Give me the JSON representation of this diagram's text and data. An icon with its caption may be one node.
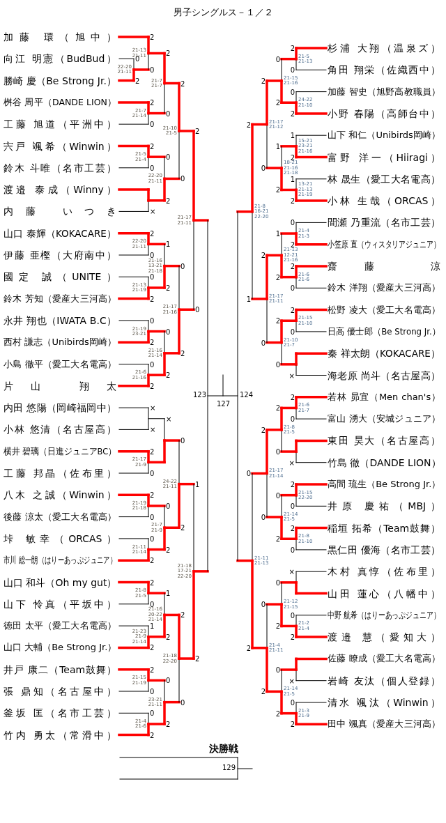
{
  "diagram": {
    "labels": [
      "男子シングルス－１／２",
      "加藤 環（旭中）",
      "向江 明憲（BudBud）",
      "勝崎 慶（Be Strong Jr.）",
      "桝谷 周平（DANDE LION）",
      "工藤 旭道（平洲中）",
      "宍戸 颯希（Winwin）",
      "鈴木 斗唯（名市工芸）",
      "渡邉 泰成（Winny）",
      "内藤 いつき",
      "山口 泰輝（KOKACARE）",
      "伊藤 亜樫（大府南中）",
      "國定 誠（UNITE）",
      "鈴木 芳知（愛産大三河高）",
      "永井 翔也（IWATA B.C）",
      "西村 謙志（Unibirds岡崎）",
      "小島 徹平（愛工大名電高）",
      "片山 翔太",
      "内田 悠陽（岡崎福岡中）",
      "小林 悠清（名古屋高）",
      "横井 碧璃（日進ジュニアBC）",
      "工藤 邦晶（佐布里）",
      "八木 之誠（Winwin）",
      "後藤 涼太（愛工大名電高）",
      "垰 敏幸（ORCAS）",
      "市川 総一朗（はりーあっぷジュニア）",
      "山口 和斗（Oh my gut）",
      "山下 怜真（平坂中）",
      "徳田 太平（愛工大名電高）",
      "山口 大輔（Be Strong Jr.）",
      "井戸 康二（Team鼓舞）",
      "張 鼎知（名古屋中）",
      "釜坂 匡（名市工芸）",
      "竹内 勇太（常滑中）",
      "0",
      "22-20 21-11",
      "2",
      "2",
      "21-13 21-11",
      "0",
      "2",
      "21-7 21-14",
      "0",
      "2",
      "21-5 21-4",
      "0",
      "×",
      "2",
      "22-20 21-11",
      "0",
      "0",
      "21-13 21-19",
      "2",
      "0",
      "21-19 23-21",
      "2",
      "0",
      "21-6 21-16",
      "2",
      "×",
      "×",
      "2",
      "21-17 21-9",
      "0",
      "2",
      "21-19 21-18",
      "0",
      "0",
      "21-11 21-14",
      "2",
      "2",
      "21-8 21-5",
      "0",
      "1",
      "21-23 21-9 21-14",
      "2",
      "2",
      "21-15 21-19",
      "0",
      "0",
      "21-4 21-6",
      "2",
      "2",
      "21-7 21-7",
      "0",
      "0",
      "22-20 21-11",
      "2",
      "1",
      "21-16 13-21 21-18",
      "2",
      "0",
      "21-16 21-14",
      "2",
      "×",
      "0",
      "21-7 21-9",
      "2",
      "1",
      "21-16 20-22 21-14",
      "2",
      "0",
      "23-21 21-11",
      "2",
      "2",
      "21-10 21-5",
      "0",
      "0",
      "21-17 21-16",
      "2",
      "0",
      "24-22 21-11",
      "2",
      "2",
      "21-18 22-20",
      "0",
      "2",
      "21-17 21-11",
      "0",
      "1",
      "21-18 17-21 22-20",
      "2",
      "123",
      "127",
      "124",
      "杉浦 大翔（温泉ズ）",
      "角田 翔栄（佐織西中）",
      "加藤 智史（旭野高教職員）",
      "小野 春陽（高師台中）",
      "山下 和仁（Unibirds岡崎）",
      "富野 洋一（Hiiragi）",
      "林 晟生（愛工大名電高）",
      "小林 生哉（ORCAS）",
      "間瀬 乃重流（名市工芸）",
      "小笠原 直（ウィスタリアジュニア）",
      "齋藤 涼",
      "鈴木 洋翔（愛産大三河高）",
      "松野 凌大（愛工大名電高）",
      "日高 優士郎（Be Strong Jr.）",
      "秦 祥太朗（KOKACARE）",
      "海老原 尚斗（名古屋高）",
      "若林 昴宜（Men chan's）",
      "富山 湧大（安城ジュニア）",
      "東田 昊大（名古屋高）",
      "竹島 徹（DANDE LION）",
      "高間 琉生（Be Strong Jr.）",
      "井原 慶祐（MBJ）",
      "稲垣 拓希（Team鼓舞）",
      "黒仁田 優海（名市工芸）",
      "木村 真惇（佐布里）",
      "山田 蓮心（八幡中）",
      "中野 航希（はりーあっぷジュニア）",
      "渡邉 慧（愛知大）",
      "佐藤 瞭成（愛工大名電高）",
      "岩崎 友汰（個人登録）",
      "清水 颯汰（Winwin）",
      "田中 颯真（愛産大三河高）",
      "2",
      "21-5 21-13",
      "0",
      "0",
      "24-22 21-10",
      "2",
      "1",
      "15-21 23-21 21-16",
      "2",
      "1",
      "13-21 21-13 21-19",
      "2",
      "0",
      "21-4 21-3",
      "2",
      "2",
      "21-6 21-6",
      "0",
      "2",
      "21-15 21-10",
      "0",
      "×",
      "2",
      "21-6 21-7",
      "0",
      "×",
      "2",
      "21-15 22-20",
      "0",
      "2",
      "21-8 21-10",
      "0",
      "×",
      "0",
      "21-2 21-4",
      "2",
      "×",
      "0",
      "21-3 21-9",
      "2",
      "0",
      "21-15 21-16",
      "2",
      "1",
      "18-21 21-16 21-18",
      "2",
      "1",
      "21-13 12-21 21-16",
      "2",
      "2",
      "21-10 21-7",
      "0",
      "2",
      "21-8 21-5",
      "0",
      "0",
      "21-14 21-5",
      "2",
      "0",
      "21-12 21-15",
      "2",
      "0",
      "21-14 21-5",
      "2",
      "2",
      "21-17 21-12",
      "0",
      "2",
      "21-17 21-11",
      "0",
      "2",
      "21-17 21-14",
      "0",
      "0",
      "21-4 21-11",
      "2",
      "2",
      "21-8 16-21 22-20",
      "1",
      "0",
      "21-11 21-13",
      "2",
      "決勝戦",
      "129"
    ]
  }
}
